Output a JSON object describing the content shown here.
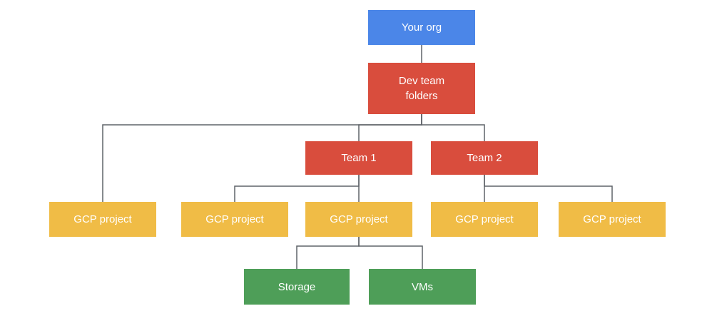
{
  "diagram": {
    "type": "org-hierarchy-tree",
    "nodes": {
      "org": {
        "label": "Your org",
        "color": "#4b86e8",
        "text_color": "#ffffff"
      },
      "dev": {
        "label": "Dev team folders",
        "color": "#d94d3d",
        "text_color": "#ffffff"
      },
      "team1": {
        "label": "Team 1",
        "color": "#d94d3d",
        "text_color": "#ffffff"
      },
      "team2": {
        "label": "Team 2",
        "color": "#d94d3d",
        "text_color": "#ffffff"
      },
      "p1": {
        "label": "GCP project",
        "color": "#f0bc46",
        "text_color": "#ffffff"
      },
      "p2": {
        "label": "GCP project",
        "color": "#f0bc46",
        "text_color": "#ffffff"
      },
      "p3": {
        "label": "GCP project",
        "color": "#f0bc46",
        "text_color": "#ffffff"
      },
      "p4": {
        "label": "GCP project",
        "color": "#f0bc46",
        "text_color": "#ffffff"
      },
      "p5": {
        "label": "GCP project",
        "color": "#f0bc46",
        "text_color": "#ffffff"
      },
      "storage": {
        "label": "Storage",
        "color": "#4e9e58",
        "text_color": "#ffffff"
      },
      "vms": {
        "label": "VMs",
        "color": "#4e9e58",
        "text_color": "#ffffff"
      }
    },
    "edges": [
      {
        "from": "org",
        "to": "dev"
      },
      {
        "from": "dev",
        "to": "p1"
      },
      {
        "from": "dev",
        "to": "team1"
      },
      {
        "from": "dev",
        "to": "team2"
      },
      {
        "from": "team1",
        "to": "p2"
      },
      {
        "from": "team1",
        "to": "p3"
      },
      {
        "from": "team2",
        "to": "p4"
      },
      {
        "from": "team2",
        "to": "p5"
      },
      {
        "from": "p3",
        "to": "storage"
      },
      {
        "from": "p3",
        "to": "vms"
      }
    ],
    "edge_color": "#5f6368",
    "background_color": "#ffffff"
  }
}
